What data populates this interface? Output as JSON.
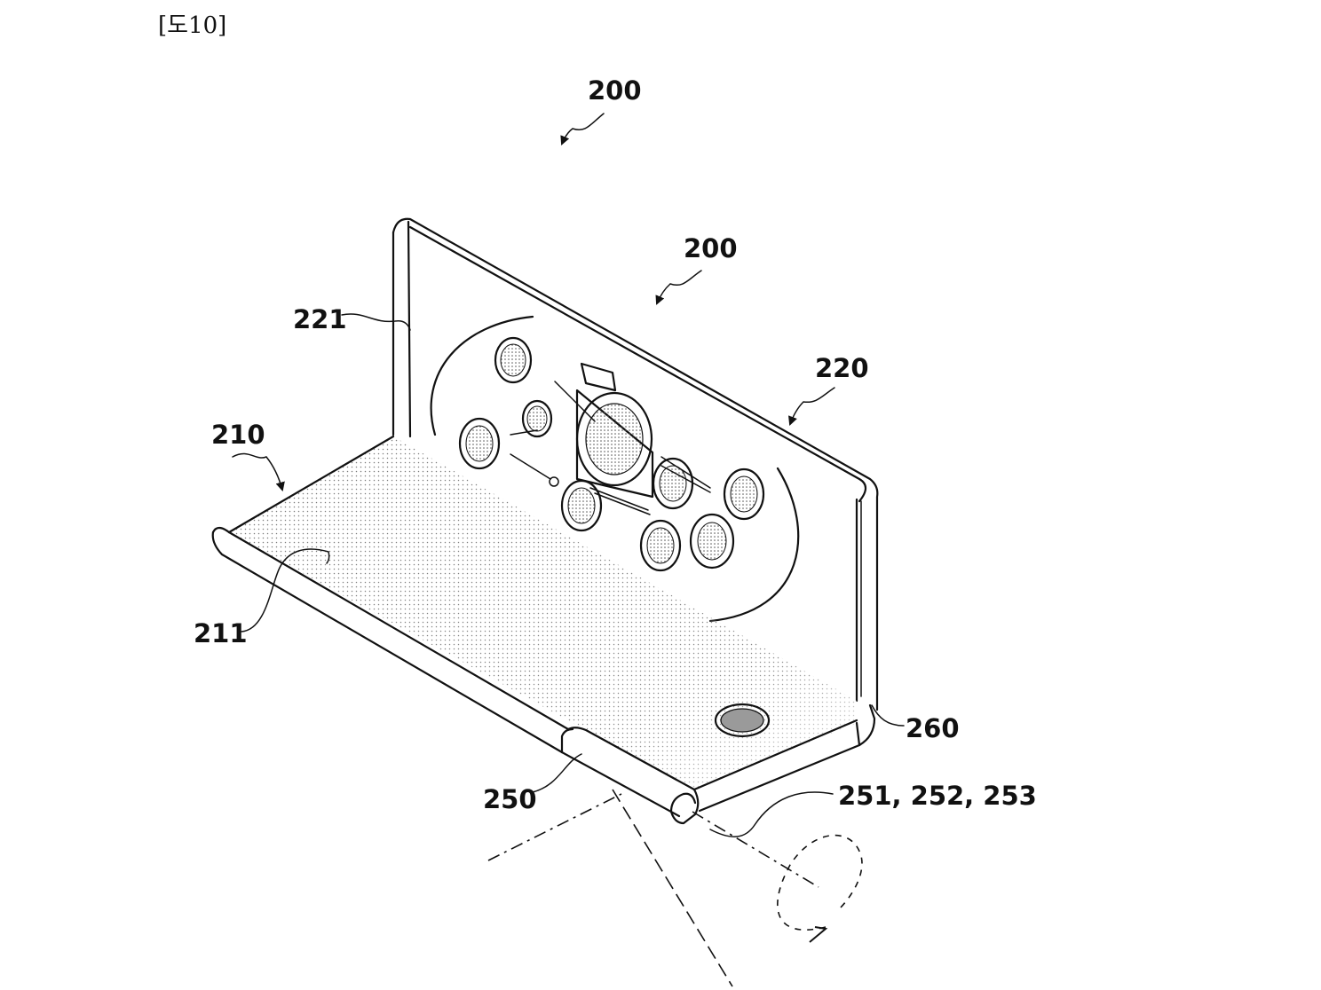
{
  "figure_label": "[도10]",
  "references": {
    "device_top": "200",
    "device_mid": "200",
    "second_body": "220",
    "second_display": "221",
    "first_body": "210",
    "first_display": "211",
    "hinge": "250",
    "hinge_parts": "251, 252, 253",
    "button": "260"
  },
  "icons": [
    "arrow-icon",
    "rotation-arrow-icon"
  ]
}
